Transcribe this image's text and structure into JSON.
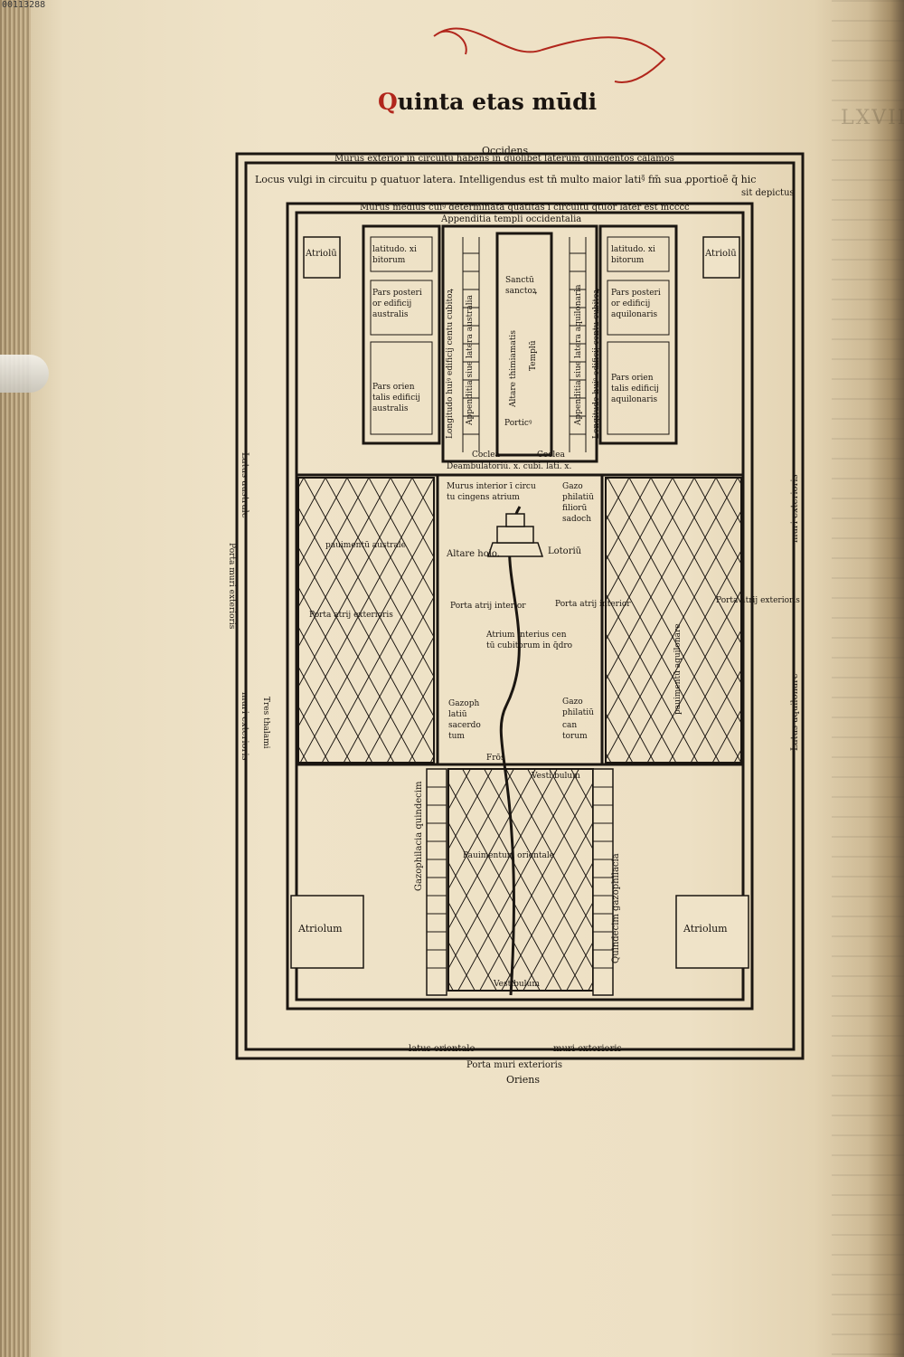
{
  "scan_label": "00113288",
  "right_page_header": "LXVII",
  "heading": {
    "initial": "Q",
    "text": "uinta etas mūdi"
  },
  "colors": {
    "ink": "#1b1611",
    "rubric": "#b1261c",
    "paper": "#efe3c8"
  },
  "plan": {
    "top": {
      "occidens": "Occidens",
      "outer_wall": "Murus exterior in circuitu habens in quolibet laterum quingentos calamos",
      "locus_vulgi_1": "Locus vulgi in circuitu p quatuor latera. Intelligendus est tn̄ multo maior latiꝰ̄ fm̄ sua ꝓportioē q̄ hic",
      "locus_vulgi_2": "sit depictus",
      "middle_wall": "Murus medius cuiꝰ determinata quātitas ī circuitu q̄tuor later est mcccc",
      "appenditia_occ": "Appenditia templi occidentalia"
    },
    "upper": {
      "atriolum_left": "Atriolū",
      "atriolum_right": "Atriolū",
      "latitudo_left": [
        "latitudo. xi",
        "bitorum"
      ],
      "latitudo_right": [
        "latitudo. xi",
        "bitorum"
      ],
      "pars_post_left": [
        "Pars posteri",
        "or edificij",
        "australis"
      ],
      "pars_post_right": [
        "Pars posteri",
        "or edificij",
        "aquilonaris"
      ],
      "pars_or_left": [
        "Pars orien",
        "talis edificij",
        "australis"
      ],
      "pars_or_right": [
        "Pars orien",
        "talis edificij",
        "aquilonaris"
      ],
      "longitudo_left": "Longitudo huiꝰ edificij centu cubitoꝝ",
      "appenditia_aust": "Appenditia siue latera australia",
      "longitudo_right": "Longitudo huiꝰ edificij centu cubitoꝝ",
      "appenditia_aquil": "Appenditia siue latera aquilonaria",
      "sanctum": [
        "Sanctū",
        "sanctoꝝ"
      ],
      "templum": "Templū",
      "altare": "Altare thimiamatis",
      "porticus": "Porticꝰ",
      "coclea_l": "Coclea",
      "coclea_r": "Coclea",
      "deambulatorium": "Deambulatoriū. x. cubi. lati. x."
    },
    "middle": {
      "murus_interior": [
        "Murus interior ī circu",
        "tu cingens atrium"
      ],
      "gazophilacium_top": [
        "Gazo",
        "philatiū",
        "filiorū",
        "sadoch"
      ],
      "altare_holo": "Altare holo.",
      "lotorium": "Lotoriū",
      "pavimentum_l": "pauimentū australe",
      "pavimentum_r": "pauimentū aquilonare",
      "porta_atrii_int_l": "Porta atrij interior",
      "porta_atrii_int_r": "Porta atrij interior",
      "atrium_interius": [
        "Atrium interius cen",
        "tū cubitorum in q̄dro"
      ],
      "gazophilacium_l": [
        "Gazoph",
        "latiū",
        "sacerdo",
        "tum"
      ],
      "gazophilacium_r": [
        "Gazo",
        "philatiū",
        "can",
        "torum"
      ],
      "porta_atrii_ext_l": "Porta atrij exterioris",
      "porta_atrii_ext_r": "Porta atrij exterioris",
      "tres_thalami": "Tres thalami",
      "frons": "Frōs",
      "vestibulum": "Vesti bulum"
    },
    "lower": {
      "gazo_left": "Gazophilacia quindecim",
      "gazo_right": "Quindecim gazophilacia",
      "pavimentum_or": "Pauimentum orientale",
      "atriolum_left": "Atriolum",
      "atriolum_right": "Atriolum",
      "vestibulum": "Vestibulum"
    },
    "sides": {
      "latus_australe": "Latus australe",
      "porta_muri_ext_l": "Porta muri exterioris",
      "muri_exterioris_l": "muri exterioris",
      "latus_aquilonare": "Latus aquilonare",
      "muri_exterioris_r": "muri exterioris"
    },
    "bottom": {
      "latus_orientale": "latus orientale",
      "muri_exterioris": "muri exterioris",
      "porta_muri": "Porta muri exterioris",
      "oriens": "Oriens"
    }
  }
}
